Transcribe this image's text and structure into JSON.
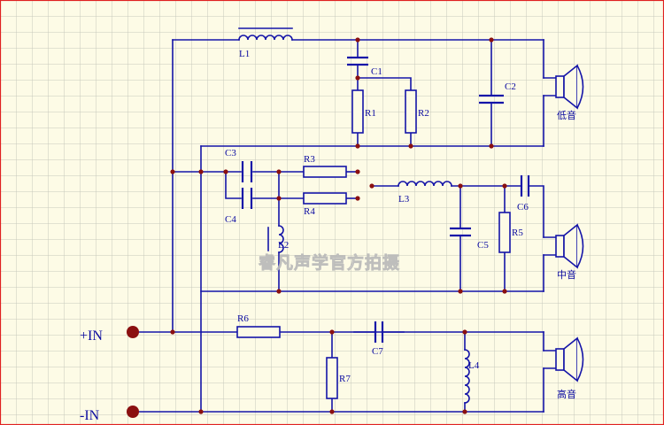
{
  "labels": {
    "L1": "L1",
    "L2": "L2",
    "L3": "L3",
    "L4": "L4",
    "C1": "C1",
    "C2": "C2",
    "C3": "C3",
    "C4": "C4",
    "C5": "C5",
    "C6": "C6",
    "C7": "C7",
    "R1": "R1",
    "R2": "R2",
    "R3": "R3",
    "R4": "R4",
    "R5": "R5",
    "R6": "R6",
    "R7": "R7"
  },
  "terminals": {
    "plus": "+IN",
    "minus": "-IN"
  },
  "speakers": {
    "low": "低音",
    "mid": "中音",
    "high": "高音"
  },
  "watermark": "睿凡声学官方拍摄",
  "colors": {
    "background": "#fdfbe6",
    "grid": "#c8c8bc",
    "wire": "#1414a8",
    "junction": "#8b1010",
    "terminal": "#8b1010",
    "border": "#e02020"
  }
}
